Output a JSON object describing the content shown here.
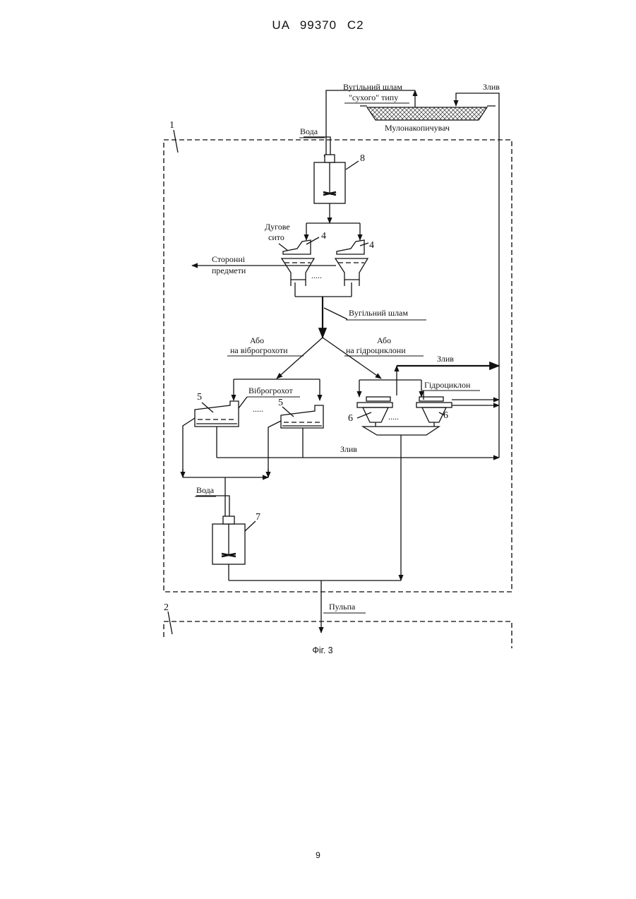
{
  "header": {
    "document_id": "UA 99370 C2"
  },
  "figure": {
    "caption": "Фіг. 3",
    "labels": {
      "coal_sludge_dry": "Вугільний шлам",
      "dry_type": "\"сухого\" типу",
      "drain_top": "Злив",
      "sludge_storage": "Мулонакопичувач",
      "water_top": "Вода",
      "arc_screen": "Дугове сито",
      "foreign_objects": "Сторонні предмети",
      "coal_sludge": "Вугільний шлам",
      "or_vibro": "Або на віброгрохоти",
      "or_hydro": "Або на гідроциклони",
      "drain_hydro": "Злив",
      "vibroscreen": "Віброгрохот",
      "hydrocyclone": "Гідроциклон",
      "drain_mid": "Злив",
      "water_bottom": "Вода",
      "pulp": "Пульпа",
      "dots": "....."
    },
    "numbers": {
      "block_1": "1",
      "block_2": "2",
      "mixer_top": "8",
      "screen_a": "4",
      "screen_b": "4",
      "vibro_a": "5",
      "vibro_b": "5",
      "hydro_a": "6",
      "hydro_b": "6",
      "mixer_bottom": "7"
    }
  },
  "page_number": "9"
}
